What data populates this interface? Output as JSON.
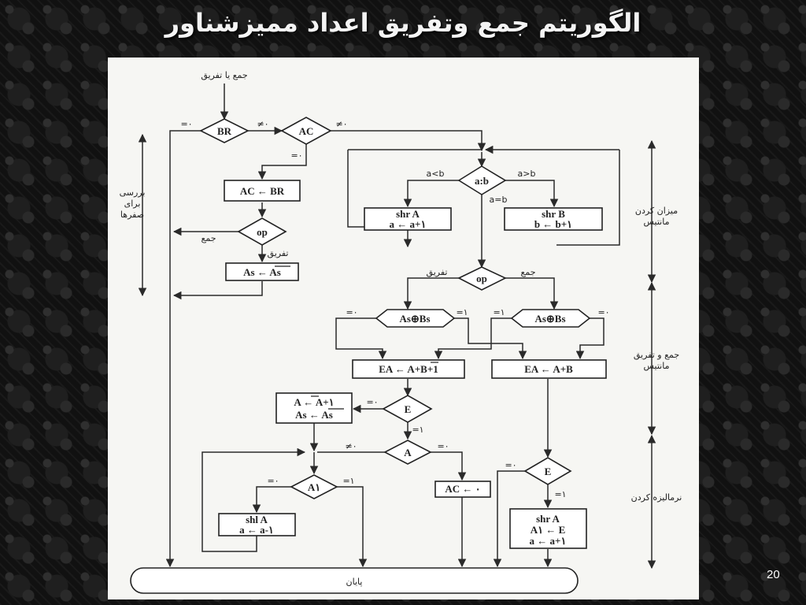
{
  "slide": {
    "title": "الگوریتم جمع وتفریق اعداد ممیزشناور",
    "page_number": "20"
  },
  "flowchart": {
    "start": "جمع یا تفریق",
    "end": "پایان",
    "decisions": {
      "br": "BR",
      "ac": "AC",
      "op1": "op",
      "ab": "a:b",
      "op2": "op",
      "xor1": "As⊕Bs",
      "xor2": "As⊕Bs",
      "e1": "E",
      "a": "A",
      "a1": "A۱",
      "e2": "E"
    },
    "processes": {
      "ac_br": "AC ← BR",
      "as_not": "As ← As",
      "shr_a_1": "shr A",
      "shr_a_2": "a ← a+۱",
      "shr_b_1": "shr B",
      "shr_b_2": "b ← b+۱",
      "ea_sub": "EA ← A+B+1",
      "ea_add": "EA ← A+B",
      "comp_1": "A ← A+۱",
      "comp_2": "As ← As",
      "ac_zero": "AC ← ۰",
      "shl_1": "shl A",
      "shl_2": "a ← a-۱",
      "norm_1": "shr A",
      "norm_2": "A۱ ← E",
      "norm_3": "a ← a+۱"
    },
    "labels": {
      "eq0": "=۰",
      "ne0": "≠۰",
      "eq1": "=۱",
      "add": "جمع",
      "sub": "تفریق",
      "altb": "a<b",
      "agtb": "a>b",
      "aeqb": "a=b"
    },
    "side_labels": {
      "check_zero": [
        "بررسی",
        "برای",
        "صفرها"
      ],
      "align": [
        "میزان کردن",
        "مانتیس"
      ],
      "addsub": [
        "جمع و تفریق",
        "مانتیس"
      ],
      "normalize": "نرمالیزه کردن"
    }
  }
}
